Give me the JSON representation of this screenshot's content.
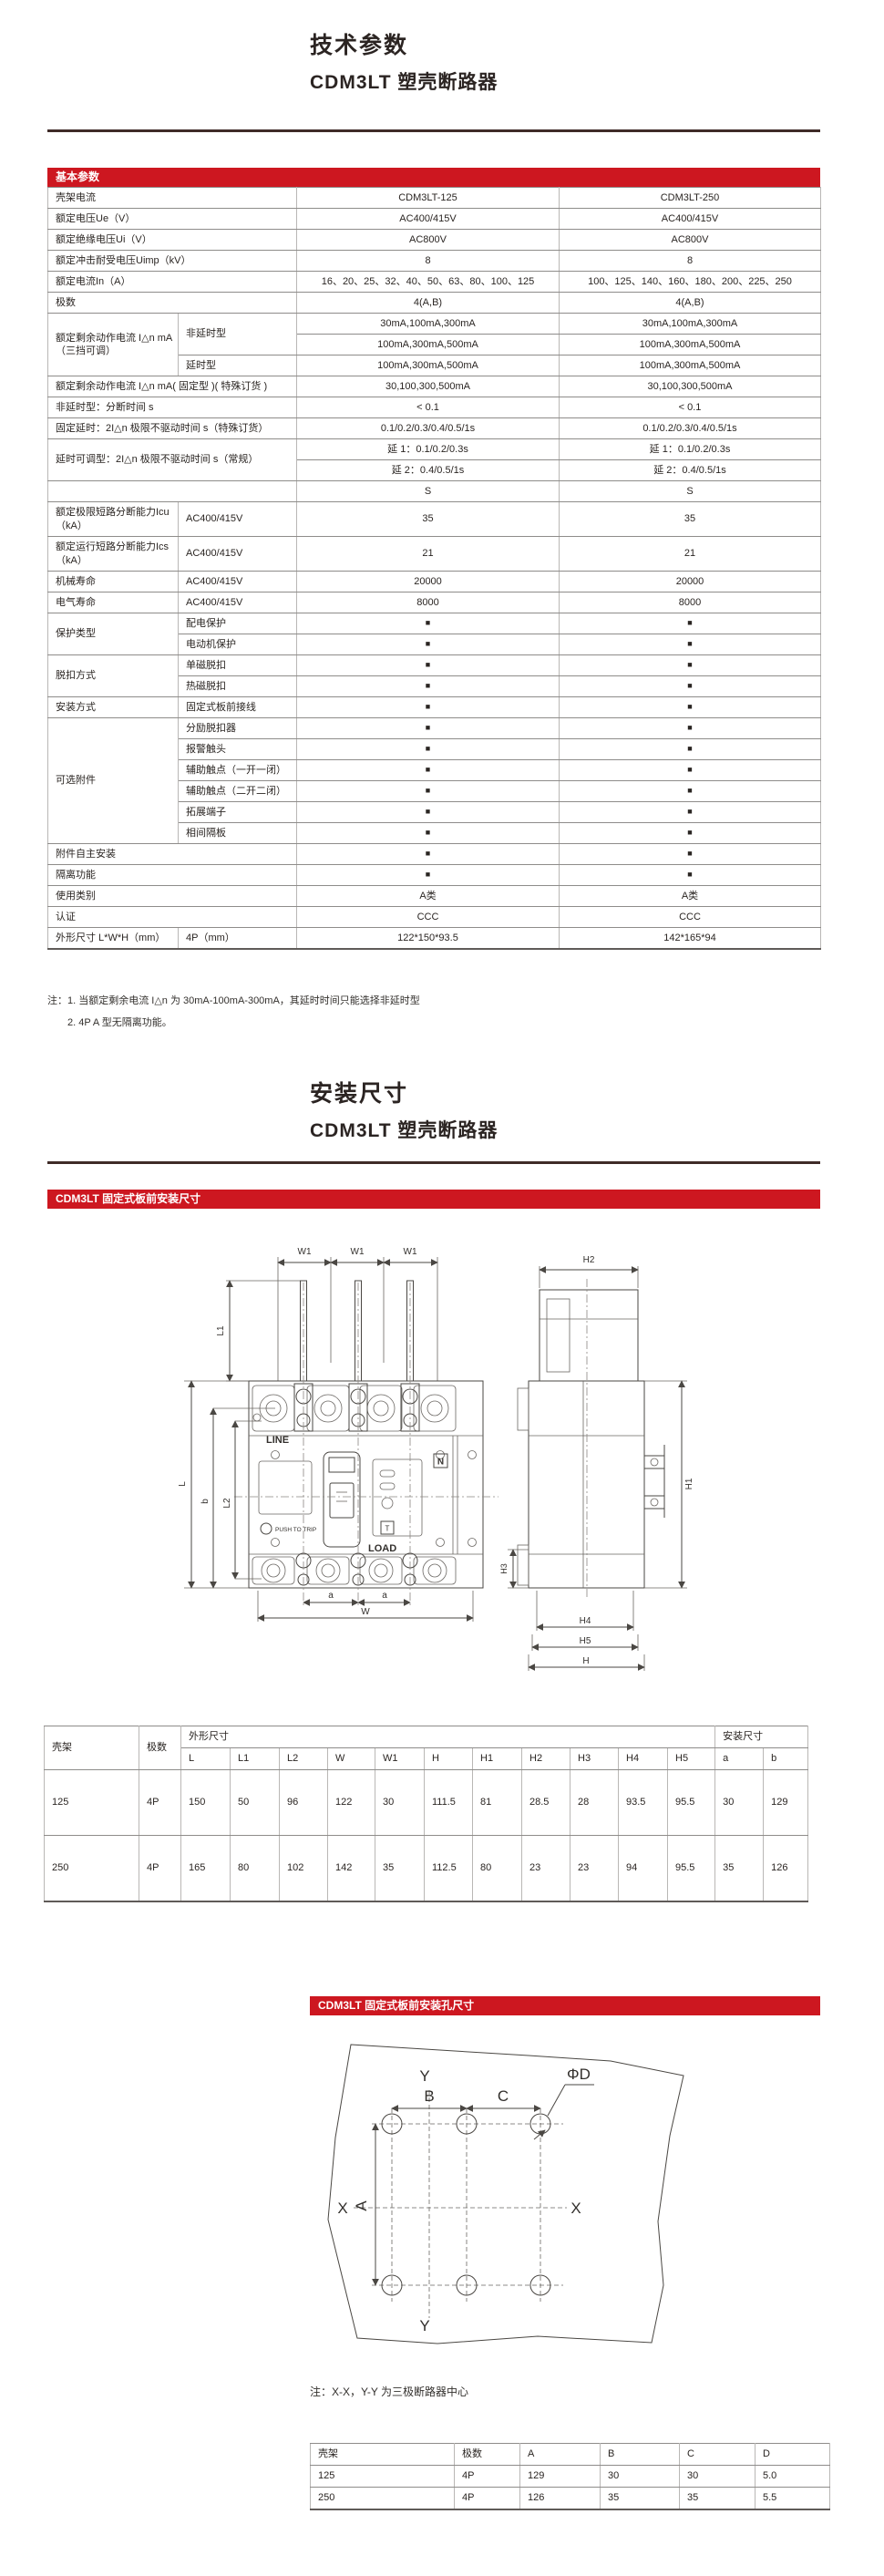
{
  "titles": {
    "section1_title": "技术参数",
    "section1_subtitle": "CDM3LT 塑壳断路器",
    "section2_title": "安装尺寸",
    "section2_subtitle": "CDM3LT 塑壳断路器"
  },
  "colors": {
    "accent_red": "#cd1720",
    "divider_dark": "#3f2b28"
  },
  "basic_params_header": "基本参数",
  "banner1": "CDM3LT 固定式板前安装尺寸",
  "banner2": "CDM3LT 固定式板前安装孔尺寸",
  "notes": {
    "line1": "注：1. 当额定剩余电流 I△n 为 30mA-100mA-300mA，其延时时间只能选择非延时型",
    "line2": "2. 4P A 型无隔离功能。"
  },
  "holes_note": "注：X-X，Y-Y 为三极断路器中心",
  "basic_table": {
    "w": [
      143,
      130,
      288,
      287
    ],
    "rows": [
      {
        "c": [
          [
            "壳架电流",
            "lab",
            2
          ],
          [
            "CDM3LT-125"
          ],
          [
            "CDM3LT-250"
          ]
        ]
      },
      {
        "c": [
          [
            "额定电压Ue（V）",
            "lab",
            2
          ],
          [
            "AC400/415V"
          ],
          [
            "AC400/415V"
          ]
        ]
      },
      {
        "c": [
          [
            "额定绝缘电压Ui（V）",
            "lab",
            2
          ],
          [
            "AC800V"
          ],
          [
            "AC800V"
          ]
        ]
      },
      {
        "c": [
          [
            "额定冲击耐受电压Uimp（kV）",
            "lab",
            2
          ],
          [
            "8"
          ],
          [
            "8"
          ]
        ]
      },
      {
        "c": [
          [
            "额定电流In（A）",
            "lab",
            2
          ],
          [
            "16、20、25、32、40、50、63、80、100、125"
          ],
          [
            "100、125、140、160、180、200、225、250"
          ]
        ]
      },
      {
        "c": [
          [
            "极数",
            "lab",
            2
          ],
          [
            "4(A,B)"
          ],
          [
            "4(A,B)"
          ]
        ]
      },
      {
        "c": [
          [
            "额定剩余动作电流 I△n mA（三挡可调）",
            "lab",
            1,
            3
          ],
          [
            "非延时型",
            "sub",
            1,
            2
          ],
          [
            "30mA,100mA,300mA"
          ],
          [
            "30mA,100mA,300mA"
          ]
        ]
      },
      {
        "c": [
          [
            "100mA,300mA,500mA"
          ],
          [
            "100mA,300mA,500mA"
          ]
        ]
      },
      {
        "c": [
          [
            "延时型",
            "sub"
          ],
          [
            "100mA,300mA,500mA"
          ],
          [
            "100mA,300mA,500mA"
          ]
        ]
      },
      {
        "c": [
          [
            "额定剩余动作电流 I△n mA( 固定型 )( 特殊订货 )",
            "lab",
            2
          ],
          [
            "30,100,300,500mA"
          ],
          [
            "30,100,300,500mA"
          ]
        ]
      },
      {
        "c": [
          [
            "非延时型：分断时间 s",
            "lab",
            2
          ],
          [
            "< 0.1"
          ],
          [
            "< 0.1"
          ]
        ]
      },
      {
        "c": [
          [
            "固定延时：2I△n 极限不驱动时间 s（特殊订货）",
            "lab",
            2
          ],
          [
            "0.1/0.2/0.3/0.4/0.5/1s"
          ],
          [
            "0.1/0.2/0.3/0.4/0.5/1s"
          ]
        ]
      },
      {
        "c": [
          [
            "延时可调型：2I△n 极限不驱动时间 s（常规）",
            "lab",
            2,
            2
          ],
          [
            "延 1：0.1/0.2/0.3s"
          ],
          [
            "延 1：0.1/0.2/0.3s"
          ]
        ]
      },
      {
        "c": [
          [
            "延 2：0.4/0.5/1s"
          ],
          [
            "延 2：0.4/0.5/1s"
          ]
        ]
      },
      {
        "c": [
          [
            "",
            "lab",
            2
          ],
          [
            "S"
          ],
          [
            "S"
          ]
        ]
      },
      {
        "h": 38,
        "c": [
          [
            "额定极限短路分断能力Icu（kA）",
            "lab"
          ],
          [
            "AC400/415V",
            "sub"
          ],
          [
            "35"
          ],
          [
            "35"
          ]
        ]
      },
      {
        "h": 38,
        "c": [
          [
            "额定运行短路分断能力Ics（kA）",
            "lab"
          ],
          [
            "AC400/415V",
            "sub"
          ],
          [
            "21"
          ],
          [
            "21"
          ]
        ]
      },
      {
        "c": [
          [
            "机械寿命",
            "lab"
          ],
          [
            "AC400/415V",
            "sub"
          ],
          [
            "20000"
          ],
          [
            "20000"
          ]
        ]
      },
      {
        "c": [
          [
            "电气寿命",
            "lab"
          ],
          [
            "AC400/415V",
            "sub"
          ],
          [
            "8000"
          ],
          [
            "8000"
          ]
        ]
      },
      {
        "c": [
          [
            "保护类型",
            "lab",
            1,
            2
          ],
          [
            "配电保护",
            "sub"
          ],
          [
            "■",
            "mk"
          ],
          [
            "■",
            "mk"
          ]
        ]
      },
      {
        "c": [
          [
            "电动机保护",
            "sub"
          ],
          [
            "■",
            "mk"
          ],
          [
            "■",
            "mk"
          ]
        ]
      },
      {
        "c": [
          [
            "脱扣方式",
            "lab",
            1,
            2
          ],
          [
            "单磁脱扣",
            "sub"
          ],
          [
            "■",
            "mk"
          ],
          [
            "■",
            "mk"
          ]
        ]
      },
      {
        "c": [
          [
            "热磁脱扣",
            "sub"
          ],
          [
            "■",
            "mk"
          ],
          [
            "■",
            "mk"
          ]
        ]
      },
      {
        "c": [
          [
            "安装方式",
            "lab"
          ],
          [
            "固定式板前接线",
            "sub"
          ],
          [
            "■",
            "mk"
          ],
          [
            "■",
            "mk"
          ]
        ]
      },
      {
        "c": [
          [
            "可选附件",
            "lab",
            1,
            6
          ],
          [
            "分励脱扣器",
            "sub"
          ],
          [
            "■",
            "mk"
          ],
          [
            "■",
            "mk"
          ]
        ]
      },
      {
        "c": [
          [
            "报警触头",
            "sub"
          ],
          [
            "■",
            "mk"
          ],
          [
            "■",
            "mk"
          ]
        ]
      },
      {
        "c": [
          [
            "辅助触点（一开一闭）",
            "sub"
          ],
          [
            "■",
            "mk"
          ],
          [
            "■",
            "mk"
          ]
        ]
      },
      {
        "c": [
          [
            "辅助触点（二开二闭）",
            "sub"
          ],
          [
            "■",
            "mk"
          ],
          [
            "■",
            "mk"
          ]
        ]
      },
      {
        "c": [
          [
            "拓展端子",
            "sub"
          ],
          [
            "■",
            "mk"
          ],
          [
            "■",
            "mk"
          ]
        ]
      },
      {
        "c": [
          [
            "相间隔板",
            "sub"
          ],
          [
            "■",
            "mk"
          ],
          [
            "■",
            "mk"
          ]
        ]
      },
      {
        "c": [
          [
            "附件自主安装",
            "lab",
            2
          ],
          [
            "■",
            "mk"
          ],
          [
            "■",
            "mk"
          ]
        ]
      },
      {
        "c": [
          [
            "隔离功能",
            "lab",
            2
          ],
          [
            "■",
            "mk"
          ],
          [
            "■",
            "mk"
          ]
        ]
      },
      {
        "c": [
          [
            "使用类别",
            "lab",
            2
          ],
          [
            "A类"
          ],
          [
            "A类"
          ]
        ]
      },
      {
        "c": [
          [
            "认证",
            "lab",
            2
          ],
          [
            "CCC"
          ],
          [
            "CCC"
          ]
        ]
      },
      {
        "c": [
          [
            "外形尺寸 L*W*H（mm）",
            "lab"
          ],
          [
            "4P（mm）",
            "sub"
          ],
          [
            "122*150*93.5"
          ],
          [
            "142*165*94"
          ]
        ]
      }
    ]
  },
  "dims_table": {
    "w": [
      104,
      46,
      54,
      54,
      53,
      52,
      54,
      53,
      54,
      53,
      53,
      54,
      52,
      53,
      49
    ],
    "rows": [
      {
        "h": 24,
        "c": [
          [
            "壳架",
            "lab",
            1,
            2
          ],
          [
            "极数",
            "lab",
            1,
            2
          ],
          [
            "外形尺寸",
            "lab",
            11
          ],
          [
            "安装尺寸",
            "lab",
            2
          ]
        ]
      },
      {
        "h": 24,
        "c": [
          [
            "L",
            "lab"
          ],
          [
            "L1",
            "lab"
          ],
          [
            "L2",
            "lab"
          ],
          [
            "W",
            "lab"
          ],
          [
            "W1",
            "lab"
          ],
          [
            "H",
            "lab"
          ],
          [
            "H1",
            "lab"
          ],
          [
            "H2",
            "lab"
          ],
          [
            "H3",
            "lab"
          ],
          [
            "H4",
            "lab"
          ],
          [
            "H5",
            "lab"
          ],
          [
            "a",
            "lab"
          ],
          [
            "b",
            "lab"
          ]
        ]
      },
      {
        "h": 72,
        "c": [
          [
            "125",
            "lab"
          ],
          [
            "4P",
            "lab"
          ],
          [
            "150",
            "lab"
          ],
          [
            "50",
            "lab"
          ],
          [
            "96",
            "lab"
          ],
          [
            "122",
            "lab"
          ],
          [
            "30",
            "lab"
          ],
          [
            "111.5",
            "lab"
          ],
          [
            "81",
            "lab"
          ],
          [
            "28.5",
            "lab"
          ],
          [
            "28",
            "lab"
          ],
          [
            "93.5",
            "lab"
          ],
          [
            "95.5",
            "lab"
          ],
          [
            "30",
            "lab"
          ],
          [
            "129",
            "lab"
          ]
        ]
      },
      {
        "h": 72,
        "c": [
          [
            "250",
            "lab"
          ],
          [
            "4P",
            "lab"
          ],
          [
            "165",
            "lab"
          ],
          [
            "80",
            "lab"
          ],
          [
            "102",
            "lab"
          ],
          [
            "142",
            "lab"
          ],
          [
            "35",
            "lab"
          ],
          [
            "112.5",
            "lab"
          ],
          [
            "80",
            "lab"
          ],
          [
            "23",
            "lab"
          ],
          [
            "23",
            "lab"
          ],
          [
            "94",
            "lab"
          ],
          [
            "95.5",
            "lab"
          ],
          [
            "35",
            "lab"
          ],
          [
            "126",
            "lab"
          ]
        ]
      }
    ]
  },
  "holes_table": {
    "w": [
      158,
      72,
      88,
      87,
      83,
      82
    ],
    "rows": [
      {
        "h": 24,
        "c": [
          [
            "壳架",
            "lab"
          ],
          [
            "极数",
            "lab"
          ],
          [
            "A",
            "lab"
          ],
          [
            "B",
            "lab"
          ],
          [
            "C",
            "lab"
          ],
          [
            "D",
            "lab"
          ]
        ]
      },
      {
        "h": 24,
        "c": [
          [
            "125",
            "lab"
          ],
          [
            "4P",
            "lab"
          ],
          [
            "129",
            "lab"
          ],
          [
            "30",
            "lab"
          ],
          [
            "30",
            "lab"
          ],
          [
            "5.0",
            "lab"
          ]
        ]
      },
      {
        "h": 24,
        "c": [
          [
            "250",
            "lab"
          ],
          [
            "4P",
            "lab"
          ],
          [
            "126",
            "lab"
          ],
          [
            "35",
            "lab"
          ],
          [
            "35",
            "lab"
          ],
          [
            "5.5",
            "lab"
          ]
        ]
      }
    ]
  },
  "drawing1": {
    "w1": [
      "W1",
      "W1",
      "W1"
    ],
    "l1": "L1",
    "l": "L",
    "b": "b",
    "l2": "L2",
    "line": "LINE",
    "load": "LOAD",
    "push": "PUSH TO TRIP",
    "n": "N",
    "t": "T",
    "a": [
      "a",
      "a"
    ],
    "w": "W",
    "h2": "H2",
    "h1": "H1",
    "h3": "H3",
    "h4": "H4",
    "h5": "H5",
    "h": "H"
  },
  "drawing2": {
    "y_top": "Y",
    "y_bottom": "Y",
    "x_left": "X",
    "x_right": "X",
    "a": "A",
    "b": "B",
    "c": "C",
    "phi_d": "ΦD"
  }
}
